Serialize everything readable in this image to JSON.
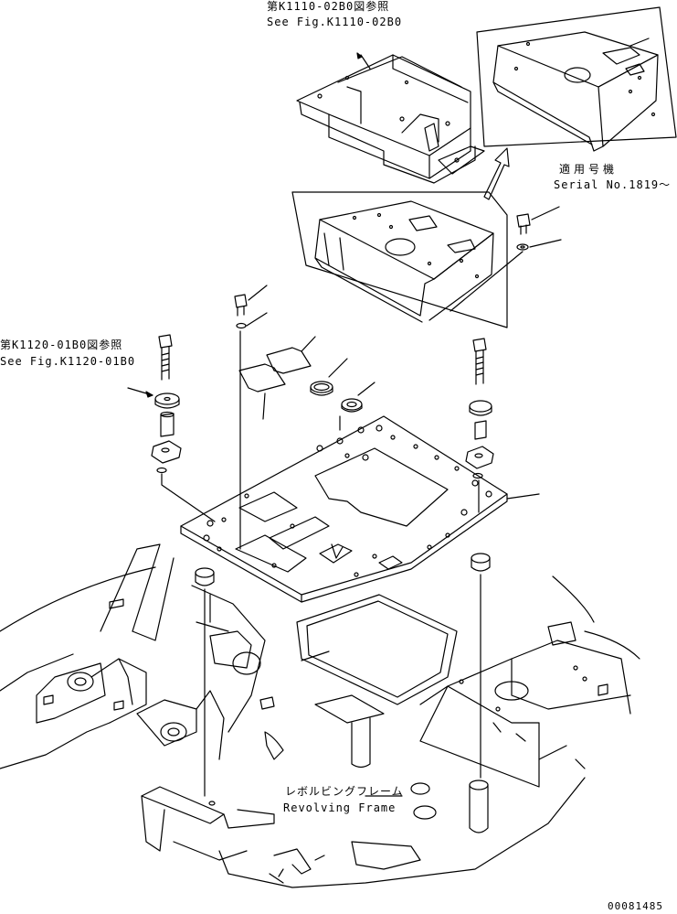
{
  "callouts": {
    "top_jp": "第K1110-02B0図参照",
    "top_en": "See Fig.K1110-02B0",
    "left_jp": "第K1120-01B0図参照",
    "left_en": "See Fig.K1120-01B0",
    "serial_jp": "適用号機",
    "serial_en": "Serial No.1819～",
    "frame_jp": "レボルビングフレーム",
    "frame_en": "Revolving Frame"
  },
  "drawing_number": "00081485"
}
